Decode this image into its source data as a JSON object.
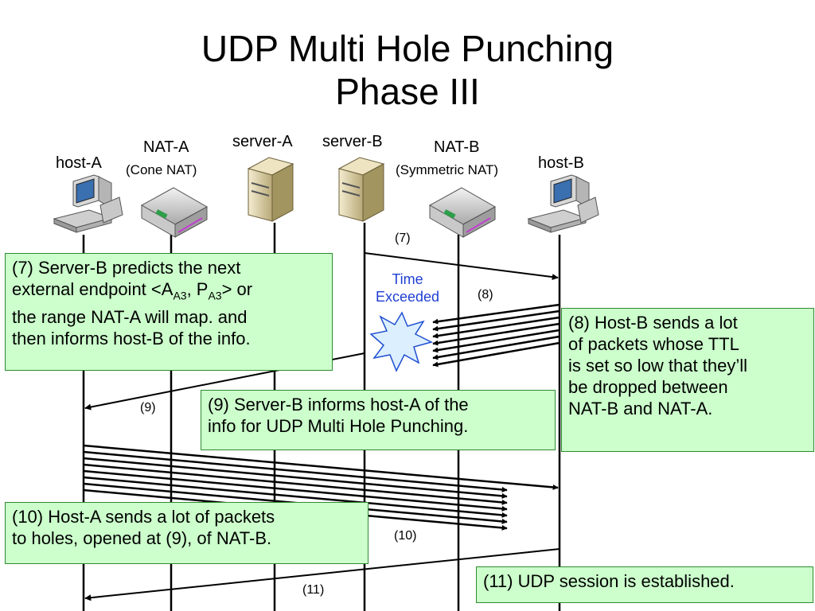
{
  "title": {
    "line1": "UDP Multi Hole Punching",
    "line2": "Phase III"
  },
  "nodes": {
    "host_a": {
      "label": "host-A"
    },
    "nat_a": {
      "label": "NAT-A",
      "sub": "(Cone NAT)"
    },
    "server_a": {
      "label": "server-A"
    },
    "server_b": {
      "label": "server-B"
    },
    "nat_b": {
      "label": "NAT-B",
      "sub": "(Symmetric NAT)"
    },
    "host_b": {
      "label": "host-B"
    }
  },
  "steps": {
    "s7": "(7)",
    "s8": "(8)",
    "s9": "(9)",
    "s10": "(10)",
    "s11": "(11)"
  },
  "time_exceeded": {
    "line1": "Time",
    "line2": "Exceeded"
  },
  "notes": {
    "n7": {
      "l1": "(7) Server-B predicts the next",
      "l2a": "external endpoint <A",
      "l2sub1": "A3",
      "l2b": ", P",
      "l2sub2": "A3",
      "l2c": "> or",
      "l3": "the range NAT-A will map. and",
      "l4": "then informs host-B of the info."
    },
    "n8": {
      "l1": "(8) Host-B sends a lot",
      "l2": "of packets whose TTL",
      "l3": "is set so low that they’ll",
      "l4": "be dropped between",
      "l5": "NAT-B and NAT-A."
    },
    "n9": {
      "l1": "(9) Server-B informs host-A of the",
      "l2": "info for UDP Multi Hole Punching."
    },
    "n10": {
      "l1": "(10) Host-A sends a lot of packets",
      "l2": "to holes, opened at (9), of NAT-B."
    },
    "n11": {
      "l1": "(11) UDP session is established."
    }
  }
}
